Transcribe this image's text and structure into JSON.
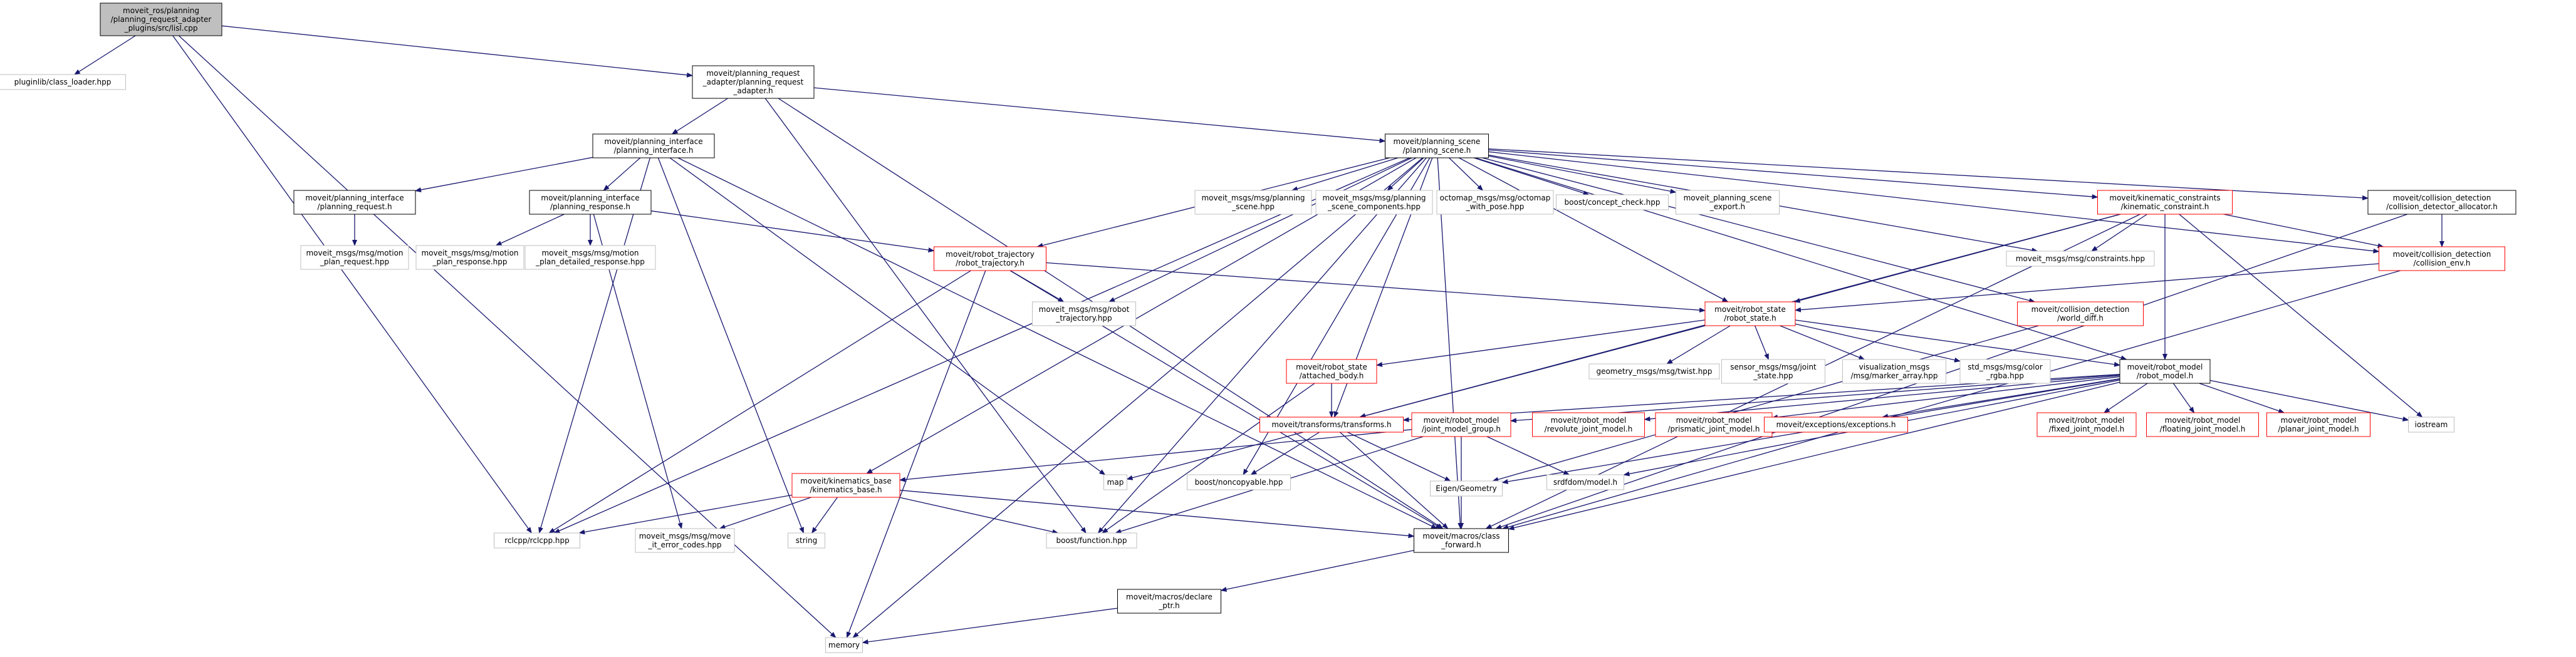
{
  "colors": {
    "edge": "#191970",
    "root_fill": "#bfbfbf",
    "node_border_black": "#000000",
    "node_border_red": "#ff0000",
    "node_border_gray": "#bfbfbf",
    "text": "#000000"
  },
  "nodes": [
    {
      "id": "root",
      "style": "root",
      "lines": [
        "moveit_ros/planning",
        "/planning_request_adapter",
        "_plugins/src/lisl.cpp"
      ]
    },
    {
      "id": "class_loader",
      "style": "gray",
      "lines": [
        "pluginlib/class_loader.hpp"
      ]
    },
    {
      "id": "pra",
      "style": "black",
      "lines": [
        "moveit/planning_request",
        "_adapter/planning_request",
        "_adapter.h"
      ]
    },
    {
      "id": "pi",
      "style": "black",
      "lines": [
        "moveit/planning_interface",
        "/planning_interface.h"
      ]
    },
    {
      "id": "ps",
      "style": "black",
      "lines": [
        "moveit/planning_scene",
        "/planning_scene.h"
      ]
    },
    {
      "id": "preq",
      "style": "black",
      "lines": [
        "moveit/planning_interface",
        "/planning_request.h"
      ]
    },
    {
      "id": "presp",
      "style": "black",
      "lines": [
        "moveit/planning_interface",
        "/planning_response.h"
      ]
    },
    {
      "id": "mpreq",
      "style": "gray",
      "lines": [
        "moveit_msgs/msg/motion",
        "_plan_request.hpp"
      ]
    },
    {
      "id": "mpresp",
      "style": "gray",
      "lines": [
        "moveit_msgs/msg/motion",
        "_plan_response.hpp"
      ]
    },
    {
      "id": "mpdresp",
      "style": "gray",
      "lines": [
        "moveit_msgs/msg/motion",
        "_plan_detailed_response.hpp"
      ]
    },
    {
      "id": "rt",
      "style": "red",
      "lines": [
        "moveit/robot_trajectory",
        "/robot_trajectory.h"
      ]
    },
    {
      "id": "msg_ps",
      "style": "gray",
      "lines": [
        "moveit_msgs/msg/planning",
        "_scene.hpp"
      ]
    },
    {
      "id": "msg_psc",
      "style": "gray",
      "lines": [
        "moveit_msgs/msg/planning",
        "_scene_components.hpp"
      ]
    },
    {
      "id": "octomap",
      "style": "gray",
      "lines": [
        "octomap_msgs/msg/octomap",
        "_with_pose.hpp"
      ]
    },
    {
      "id": "concept",
      "style": "gray",
      "lines": [
        "boost/concept_check.hpp"
      ]
    },
    {
      "id": "ps_export",
      "style": "gray",
      "lines": [
        "moveit_planning_scene",
        "_export.h"
      ]
    },
    {
      "id": "kc",
      "style": "red",
      "lines": [
        "moveit/kinematic_constraints",
        "/kinematic_constraint.h"
      ]
    },
    {
      "id": "cda",
      "style": "black",
      "lines": [
        "moveit/collision_detection",
        "/collision_detector_allocator.h"
      ]
    },
    {
      "id": "constraints",
      "style": "gray",
      "lines": [
        "moveit_msgs/msg/constraints.hpp"
      ]
    },
    {
      "id": "cenv",
      "style": "red",
      "lines": [
        "moveit/collision_detection",
        "/collision_env.h"
      ]
    },
    {
      "id": "robot_traj_msg",
      "style": "gray",
      "lines": [
        "moveit_msgs/msg/robot",
        "_trajectory.hpp"
      ]
    },
    {
      "id": "rs",
      "style": "red",
      "lines": [
        "moveit/robot_state",
        "/robot_state.h"
      ]
    },
    {
      "id": "wd",
      "style": "red",
      "lines": [
        "moveit/collision_detection",
        "/world_diff.h"
      ]
    },
    {
      "id": "ab",
      "style": "red",
      "lines": [
        "moveit/robot_state",
        "/attached_body.h"
      ]
    },
    {
      "id": "twist",
      "style": "gray",
      "lines": [
        "geometry_msgs/msg/twist.hpp"
      ]
    },
    {
      "id": "jstate",
      "style": "gray",
      "lines": [
        "sensor_msgs/msg/joint",
        "_state.hpp"
      ]
    },
    {
      "id": "marker",
      "style": "gray",
      "lines": [
        "visualization_msgs",
        "/msg/marker_array.hpp"
      ]
    },
    {
      "id": "color",
      "style": "gray",
      "lines": [
        "std_msgs/msg/color",
        "_rgba.hpp"
      ]
    },
    {
      "id": "rm",
      "style": "black",
      "lines": [
        "moveit/robot_model",
        "/robot_model.h"
      ]
    },
    {
      "id": "tf",
      "style": "red",
      "lines": [
        "moveit/transforms/transforms.h"
      ]
    },
    {
      "id": "jmg",
      "style": "red",
      "lines": [
        "moveit/robot_model",
        "/joint_model_group.h"
      ]
    },
    {
      "id": "rjm",
      "style": "red",
      "lines": [
        "moveit/robot_model",
        "/revolute_joint_model.h"
      ]
    },
    {
      "id": "pjm",
      "style": "red",
      "lines": [
        "moveit/robot_model",
        "/prismatic_joint_model.h"
      ]
    },
    {
      "id": "exc",
      "style": "red",
      "lines": [
        "moveit/exceptions/exceptions.h"
      ]
    },
    {
      "id": "fjm",
      "style": "red",
      "lines": [
        "moveit/robot_model",
        "/fixed_joint_model.h"
      ]
    },
    {
      "id": "fljm",
      "style": "red",
      "lines": [
        "moveit/robot_model",
        "/floating_joint_model.h"
      ]
    },
    {
      "id": "pljm",
      "style": "red",
      "lines": [
        "moveit/robot_model",
        "/planar_joint_model.h"
      ]
    },
    {
      "id": "iostream",
      "style": "gray",
      "lines": [
        "iostream"
      ]
    },
    {
      "id": "kb",
      "style": "red",
      "lines": [
        "moveit/kinematics_base",
        "/kinematics_base.h"
      ]
    },
    {
      "id": "map",
      "style": "gray",
      "lines": [
        "map"
      ]
    },
    {
      "id": "noncopy",
      "style": "gray",
      "lines": [
        "boost/noncopyable.hpp"
      ]
    },
    {
      "id": "eigen",
      "style": "gray",
      "lines": [
        "Eigen/Geometry"
      ]
    },
    {
      "id": "srdf",
      "style": "gray",
      "lines": [
        "srdfdom/model.h"
      ]
    },
    {
      "id": "rclcpp",
      "style": "gray",
      "lines": [
        "rclcpp/rclcpp.hpp"
      ]
    },
    {
      "id": "moveerr",
      "style": "gray",
      "lines": [
        "moveit_msgs/msg/move",
        "_it_error_codes.hpp"
      ]
    },
    {
      "id": "string",
      "style": "gray",
      "lines": [
        "string"
      ]
    },
    {
      "id": "function",
      "style": "gray",
      "lines": [
        "boost/function.hpp"
      ]
    },
    {
      "id": "cfwd",
      "style": "black",
      "lines": [
        "moveit/macros/class",
        "_forward.h"
      ]
    },
    {
      "id": "decl",
      "style": "black",
      "lines": [
        "moveit/macros/declare",
        "_ptr.h"
      ]
    },
    {
      "id": "memory",
      "style": "gray",
      "lines": [
        "memory"
      ]
    }
  ],
  "edges": [
    [
      "root",
      "class_loader"
    ],
    [
      "root",
      "pra"
    ],
    [
      "root",
      "rclcpp"
    ],
    [
      "root",
      "memory"
    ],
    [
      "pra",
      "pi"
    ],
    [
      "pra",
      "ps"
    ],
    [
      "pra",
      "function"
    ],
    [
      "pra",
      "cfwd"
    ],
    [
      "pi",
      "preq"
    ],
    [
      "pi",
      "presp"
    ],
    [
      "pi",
      "map"
    ],
    [
      "pi",
      "string"
    ],
    [
      "pi",
      "rclcpp"
    ],
    [
      "pi",
      "cfwd"
    ],
    [
      "preq",
      "mpreq"
    ],
    [
      "presp",
      "mpresp"
    ],
    [
      "presp",
      "mpdresp"
    ],
    [
      "presp",
      "rt"
    ],
    [
      "presp",
      "moveerr"
    ],
    [
      "ps",
      "rt"
    ],
    [
      "ps",
      "msg_ps"
    ],
    [
      "ps",
      "msg_psc"
    ],
    [
      "ps",
      "octomap"
    ],
    [
      "ps",
      "concept"
    ],
    [
      "ps",
      "ps_export"
    ],
    [
      "ps",
      "kc"
    ],
    [
      "ps",
      "cda"
    ],
    [
      "ps",
      "constraints"
    ],
    [
      "ps",
      "cenv"
    ],
    [
      "ps",
      "robot_traj_msg"
    ],
    [
      "ps",
      "rs"
    ],
    [
      "ps",
      "wd"
    ],
    [
      "ps",
      "tf"
    ],
    [
      "ps",
      "kb"
    ],
    [
      "ps",
      "rm"
    ],
    [
      "ps",
      "rclcpp"
    ],
    [
      "ps",
      "function"
    ],
    [
      "ps",
      "noncopy"
    ],
    [
      "ps",
      "cfwd"
    ],
    [
      "ps",
      "memory"
    ],
    [
      "kc",
      "constraints"
    ],
    [
      "kc",
      "rs"
    ],
    [
      "kc",
      "rm"
    ],
    [
      "kc",
      "cenv"
    ],
    [
      "kc",
      "tf"
    ],
    [
      "kc",
      "iostream"
    ],
    [
      "kc",
      "cfwd"
    ],
    [
      "cda",
      "cenv"
    ],
    [
      "cda",
      "cfwd"
    ],
    [
      "cenv",
      "rs"
    ],
    [
      "cenv",
      "cfwd"
    ],
    [
      "rt",
      "robot_traj_msg"
    ],
    [
      "rt",
      "rs"
    ],
    [
      "rt",
      "rclcpp"
    ],
    [
      "rt",
      "memory"
    ],
    [
      "rt",
      "cfwd"
    ],
    [
      "rs",
      "ab"
    ],
    [
      "rs",
      "tf"
    ],
    [
      "rs",
      "twist"
    ],
    [
      "rs",
      "jstate"
    ],
    [
      "rs",
      "marker"
    ],
    [
      "rs",
      "color"
    ],
    [
      "rs",
      "rm"
    ],
    [
      "wd",
      "eigen"
    ],
    [
      "ab",
      "tf"
    ],
    [
      "ab",
      "function"
    ],
    [
      "rm",
      "jmg"
    ],
    [
      "rm",
      "rjm"
    ],
    [
      "rm",
      "pjm"
    ],
    [
      "rm",
      "exc"
    ],
    [
      "rm",
      "fjm"
    ],
    [
      "rm",
      "fljm"
    ],
    [
      "rm",
      "pljm"
    ],
    [
      "rm",
      "iostream"
    ],
    [
      "rm",
      "eigen"
    ],
    [
      "rm",
      "srdf"
    ],
    [
      "rm",
      "tf"
    ],
    [
      "rm",
      "cfwd"
    ],
    [
      "tf",
      "map"
    ],
    [
      "tf",
      "noncopy"
    ],
    [
      "tf",
      "eigen"
    ],
    [
      "tf",
      "cfwd"
    ],
    [
      "jmg",
      "kb"
    ],
    [
      "jmg",
      "srdf"
    ],
    [
      "jmg",
      "function"
    ],
    [
      "jmg",
      "cfwd"
    ],
    [
      "kb",
      "rclcpp"
    ],
    [
      "kb",
      "moveerr"
    ],
    [
      "kb",
      "string"
    ],
    [
      "kb",
      "function"
    ],
    [
      "kb",
      "cfwd"
    ],
    [
      "cfwd",
      "decl"
    ],
    [
      "decl",
      "memory"
    ]
  ]
}
